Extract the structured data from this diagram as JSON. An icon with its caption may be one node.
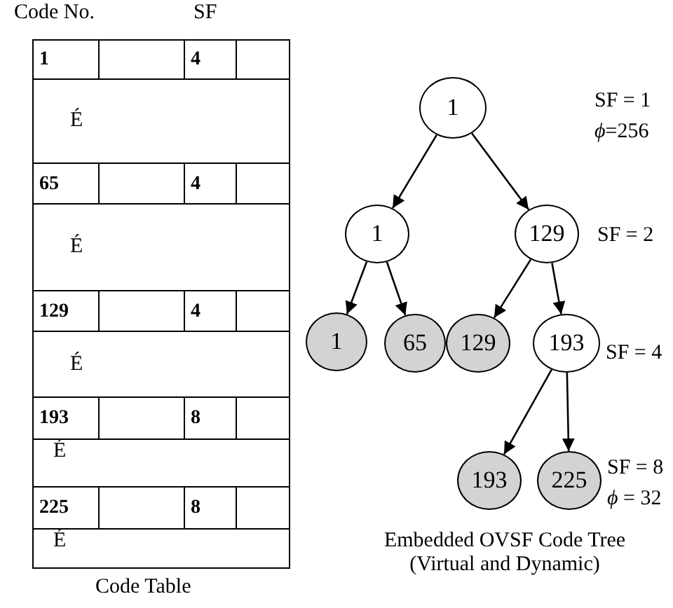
{
  "diagram": {
    "nodes": [
      {
        "text": [
          "1"
        ]
      },
      {
        "text": [
          "1"
        ]
      },
      {
        "text": [
          "129"
        ]
      },
      {
        "text": [
          "1"
        ]
      },
      {
        "text": [
          "65"
        ]
      },
      {
        "text": [
          "129"
        ]
      },
      {
        "text": [
          "193"
        ]
      },
      {
        "text": [
          "193"
        ]
      },
      {
        "text": [
          "225"
        ]
      }
    ],
    "edges": [
      {
        "from": 0,
        "to": 1,
        "arrow": "to"
      },
      {
        "from": 0,
        "to": 2,
        "arrow": "to"
      },
      {
        "from": 1,
        "to": 3,
        "arrow": "to"
      },
      {
        "from": 1,
        "to": 4,
        "arrow": "to"
      },
      {
        "from": 2,
        "to": 5,
        "arrow": "to"
      },
      {
        "from": 2,
        "to": 6,
        "arrow": "to"
      },
      {
        "from": 6,
        "to": 7,
        "arrow": "to"
      },
      {
        "from": 6,
        "to": 8,
        "arrow": "to"
      }
    ],
    "labels": [
      "Code No.",
      "SF",
      "1",
      "4",
      "É",
      "65",
      "4",
      "É",
      "129",
      "4",
      "É",
      "193",
      "8",
      "É",
      "225",
      "8",
      "É",
      "Code Table",
      "SF = 1",
      "*ϕ*=256",
      "SF = 2",
      "SF = 4",
      "SF = 8",
      "*ϕ* = 32",
      "Embedded OVSF Code Tree (Virtual and Dynamic)"
    ]
  }
}
